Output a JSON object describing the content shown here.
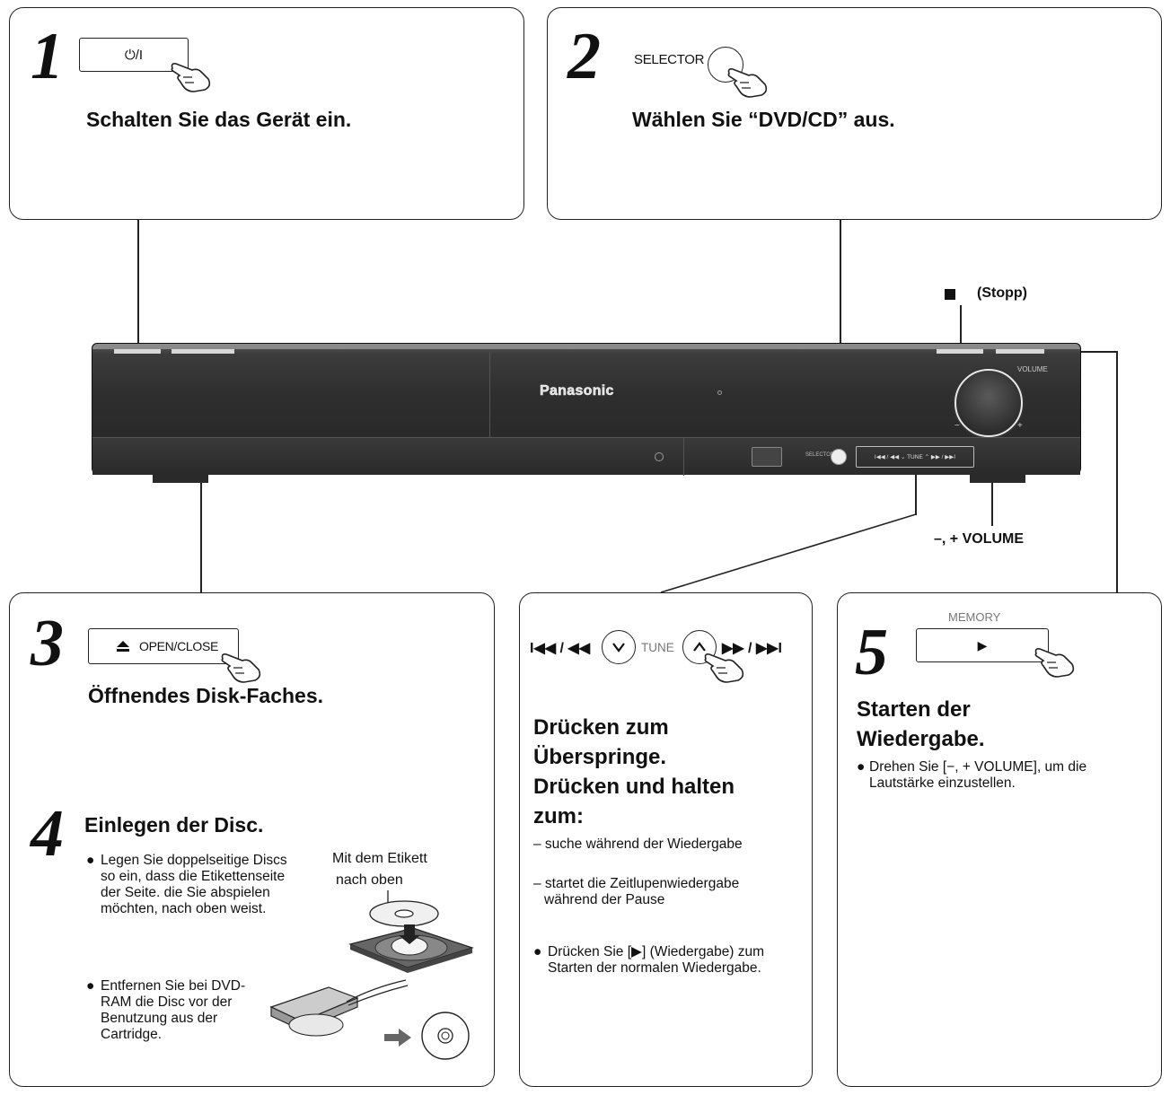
{
  "step1": {
    "number": "1",
    "button": "⏻/I",
    "instruction": "Schalten Sie das Gerät ein."
  },
  "step2": {
    "number": "2",
    "button": "SELECTOR",
    "instruction": "Wählen Sie “DVD/CD” aus."
  },
  "step3": {
    "number": "3",
    "button": "OPEN/CLOSE",
    "instruction": "Öffnendes Disk-Faches."
  },
  "step4": {
    "number": "4",
    "title": "Einlegen der Disc.",
    "bullet1": "Legen Sie doppelseitige Discs so ein, dass die Etikettenseite der Seite. die Sie abspielen möchten, nach oben weist.",
    "label_line1": "Mit dem Etikett",
    "label_line2": "nach oben",
    "bullet2": "Entfernen Sie bei DVD-RAM die Disc vor der Benutzung aus der Cartridge."
  },
  "middle": {
    "skip_back": "I◀◀ / ◀◀",
    "tune": "TUNE",
    "skip_fwd": "▶▶ / ▶▶I",
    "title": [
      "Drücken zum",
      "Überspringe.",
      "Drücken und halten",
      "zum:"
    ],
    "dash1": "– suche während der Wiedergabe",
    "dash2": "– startet die Zeitlupenwiedergabe während der Pause",
    "bullet": "Drücken Sie [▶] (Wiedergabe) zum Starten der normalen Wiedergabe."
  },
  "step5": {
    "number": "5",
    "memory": "MEMORY",
    "button": "▶",
    "title_line1": "Starten der",
    "title_line2": "Wiedergabe.",
    "bullet": "Drehen Sie [−, + VOLUME], um die Lautstärke einzustellen."
  },
  "device": {
    "brand": "Panasonic",
    "volume": "VOLUME",
    "selector": "SELECTOR",
    "minus": "−",
    "plus": "+",
    "tune_strip": "I◀◀ / ◀◀  ⌄  TUNE  ⌃  ▶▶ / ▶▶I"
  },
  "callouts": {
    "stop": "(Stopp)",
    "volume": "–, + VOLUME"
  }
}
